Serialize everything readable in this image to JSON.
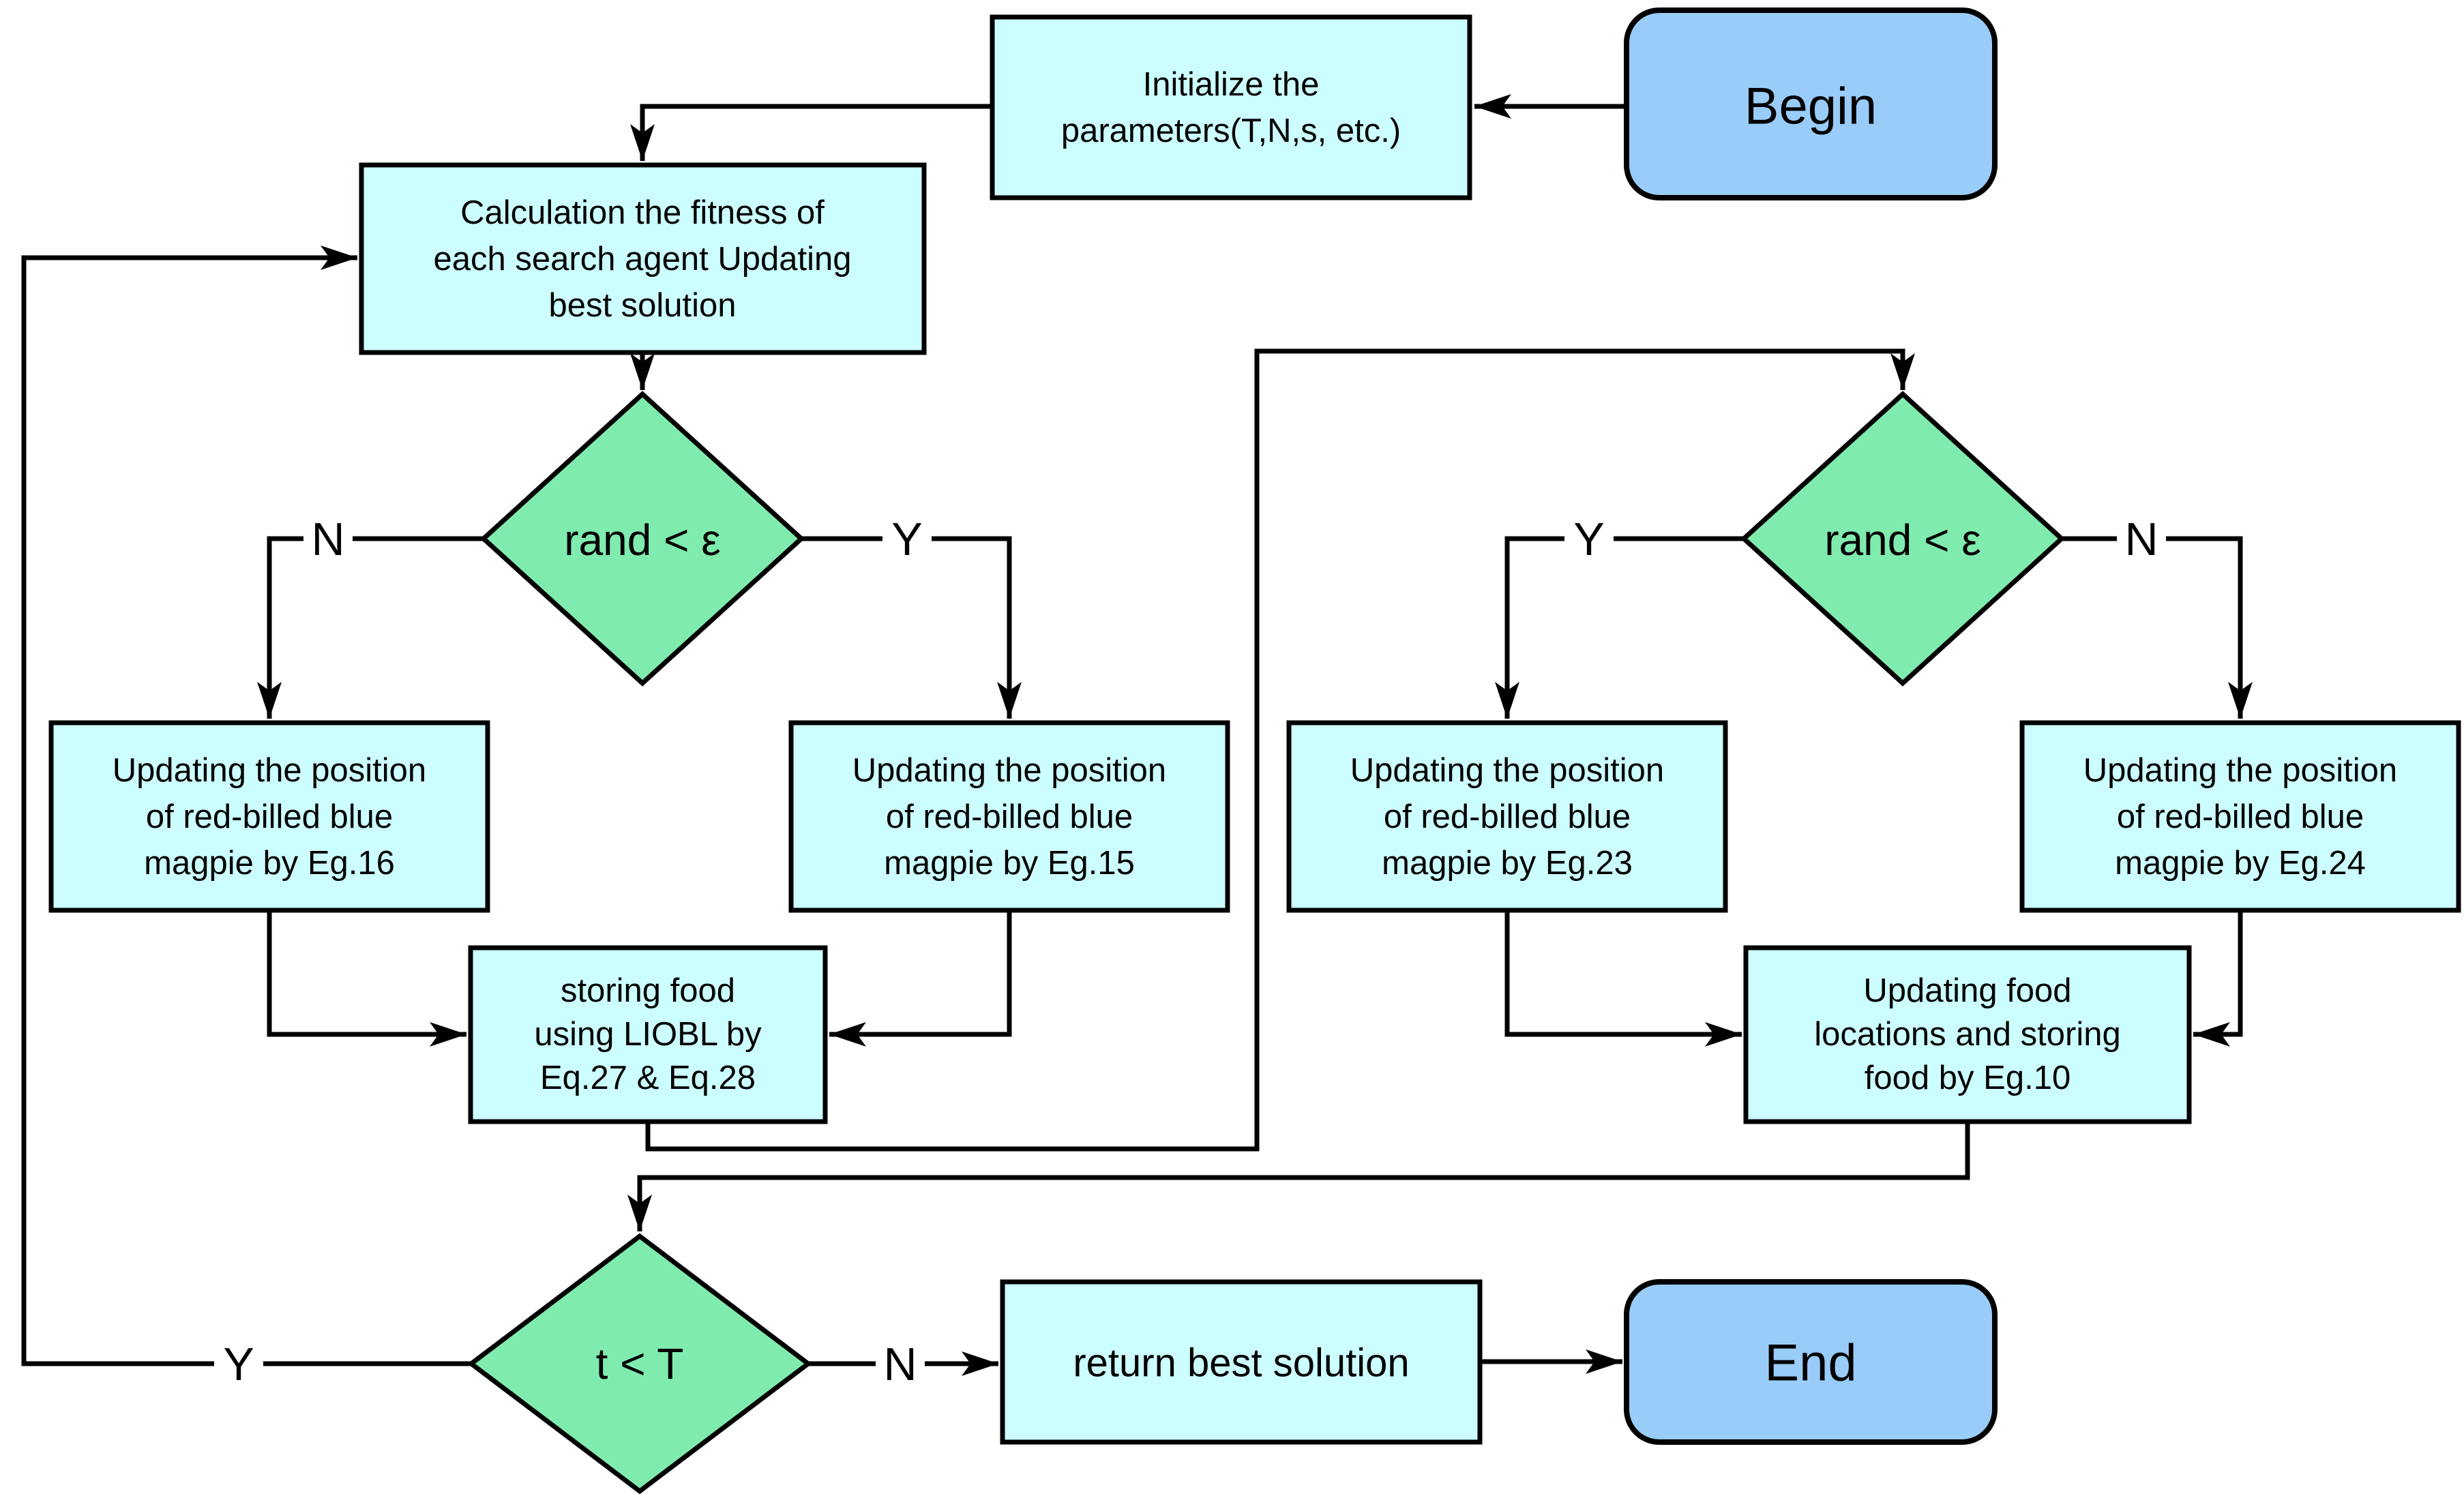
{
  "diagram": {
    "title": "Red-billed blue magpie optimizer flowchart",
    "colors": {
      "background": "#ffffff",
      "process_fill": "#ccfeff",
      "decision_fill": "#7febae",
      "terminal_fill": "#99ccf8",
      "stroke": "#000000"
    },
    "nodes": {
      "begin": {
        "type": "terminal",
        "label": "Begin"
      },
      "initialize": {
        "type": "process",
        "lines": [
          "Initialize the",
          "parameters(T,N,s, etc.)"
        ]
      },
      "calculate": {
        "type": "process",
        "lines": [
          "Calculation the fitness of",
          "each search agent Updating",
          "best solution"
        ]
      },
      "decision_rand_left": {
        "type": "decision",
        "label": "rand < ε"
      },
      "eg16": {
        "type": "process",
        "lines": [
          "Updating the position",
          "of red-billed blue",
          "magpie by Eg.16"
        ]
      },
      "eg15": {
        "type": "process",
        "lines": [
          "Updating the position",
          "of red-billed blue",
          "magpie by Eg.15"
        ]
      },
      "store_liobl": {
        "type": "process",
        "lines": [
          "storing food",
          "using LIOBL by",
          "Eq.27 & Eq.28"
        ]
      },
      "decision_rand_right": {
        "type": "decision",
        "label": "rand < ε"
      },
      "eg23": {
        "type": "process",
        "lines": [
          "Updating the position",
          "of red-billed blue",
          "magpie by Eg.23"
        ]
      },
      "eg24": {
        "type": "process",
        "lines": [
          "Updating the position",
          "of red-billed blue",
          "magpie by Eg.24"
        ]
      },
      "eg10": {
        "type": "process",
        "lines": [
          "Updating food",
          "locations and storing",
          "food by Eg.10"
        ]
      },
      "decision_iter": {
        "type": "decision",
        "label": "t < T"
      },
      "return_best": {
        "type": "process",
        "label": "return best solution"
      },
      "end": {
        "type": "terminal",
        "label": "End"
      }
    },
    "edge_labels": {
      "d1_no": "N",
      "d1_yes": "Y",
      "d2_yes": "Y",
      "d2_no": "N",
      "d3_yes": "Y",
      "d3_no": "N"
    }
  }
}
